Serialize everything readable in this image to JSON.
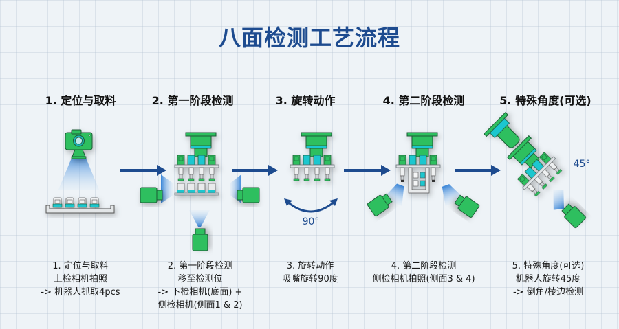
{
  "title": "八面检测工艺流程",
  "colors": {
    "title": "#1d4b8f",
    "arrow": "#1d4b8f",
    "device_green": "#2fbf5f",
    "device_cyan": "#1fc7cf",
    "beam_blue": "#3f8fe0",
    "background": "#eef3f7"
  },
  "steps": [
    {
      "title": "1. 定位与取料",
      "desc": [
        "1. 定位与取料",
        "上检相机拍照",
        "-> 机器人抓取4pcs"
      ],
      "icons": [
        "camera-icon",
        "tray-icon"
      ]
    },
    {
      "title": "2. 第一阶段检测",
      "desc": [
        "2. 第一阶段检测",
        "移至检测位",
        "-> 下检相机(底面) +",
        "侧检相机(侧面1 & 2)"
      ],
      "icons": [
        "gripper-icon",
        "side-camera-icon",
        "bottom-camera-icon"
      ]
    },
    {
      "title": "3. 旋转动作",
      "desc": [
        "3. 旋转动作",
        "吸嘴旋转90度"
      ],
      "icons": [
        "gripper-icon",
        "rotate-arrow-icon"
      ],
      "angle_label": "90°"
    },
    {
      "title": "4. 第二阶段检测",
      "desc": [
        "4. 第二阶段检测",
        "侧检相机拍照(侧面3 & 4)"
      ],
      "icons": [
        "gripper-icon",
        "side-camera-icon"
      ]
    },
    {
      "title": "5. 特殊角度(可选)",
      "desc": [
        "5. 特殊角度(可选)",
        "机器人旋转45度",
        "-> 倒角/棱边检测"
      ],
      "icons": [
        "tilted-gripper-icon",
        "camera-icon"
      ],
      "angle_label": "45°"
    }
  ],
  "arrows": [
    "arrow-1-2",
    "arrow-2-3",
    "arrow-3-4",
    "arrow-4-5"
  ]
}
